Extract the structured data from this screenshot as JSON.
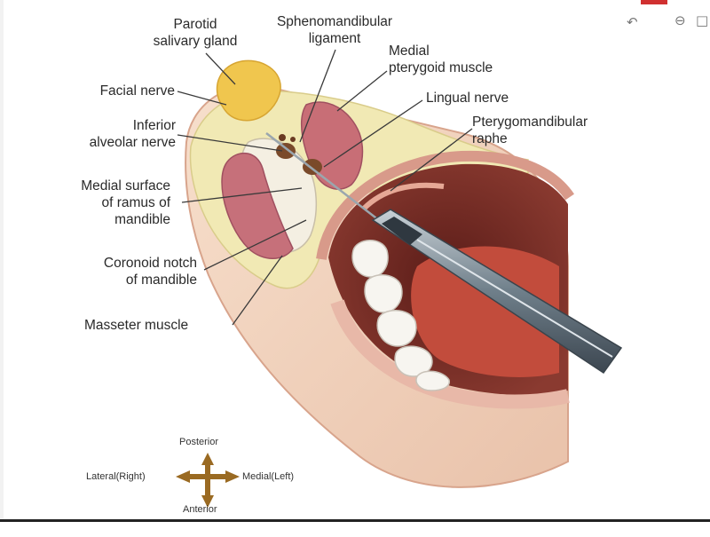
{
  "labels": {
    "parotid": [
      "Parotid",
      "salivary gland"
    ],
    "spheno": [
      "Sphenomandibular",
      "ligament"
    ],
    "medial_pterygoid": [
      "Medial",
      "pterygoid muscle"
    ],
    "facial_nerve": "Facial nerve",
    "lingual_nerve": "Lingual nerve",
    "inferior_alveolar": [
      "Inferior",
      "alveolar nerve"
    ],
    "pterygomandibular": [
      "Pterygomandibular",
      "raphe"
    ],
    "medial_surface": [
      "Medial surface",
      "of ramus of",
      "mandible"
    ],
    "coronoid": [
      "Coronoid notch",
      "of mandible"
    ],
    "masseter": "Masseter muscle"
  },
  "compass": {
    "up": "Posterior",
    "down": "Anterior",
    "left": "Lateral(Right)",
    "right": "Medial(Left)"
  },
  "colors": {
    "skin": "#f2d3bf",
    "tissue": "#f0e8b0",
    "muscle": "#c86c74",
    "parotid": "#f0c850",
    "mouth": "#7a2a24",
    "tongue": "#c84c3c",
    "syringe": "#6a7a86"
  }
}
